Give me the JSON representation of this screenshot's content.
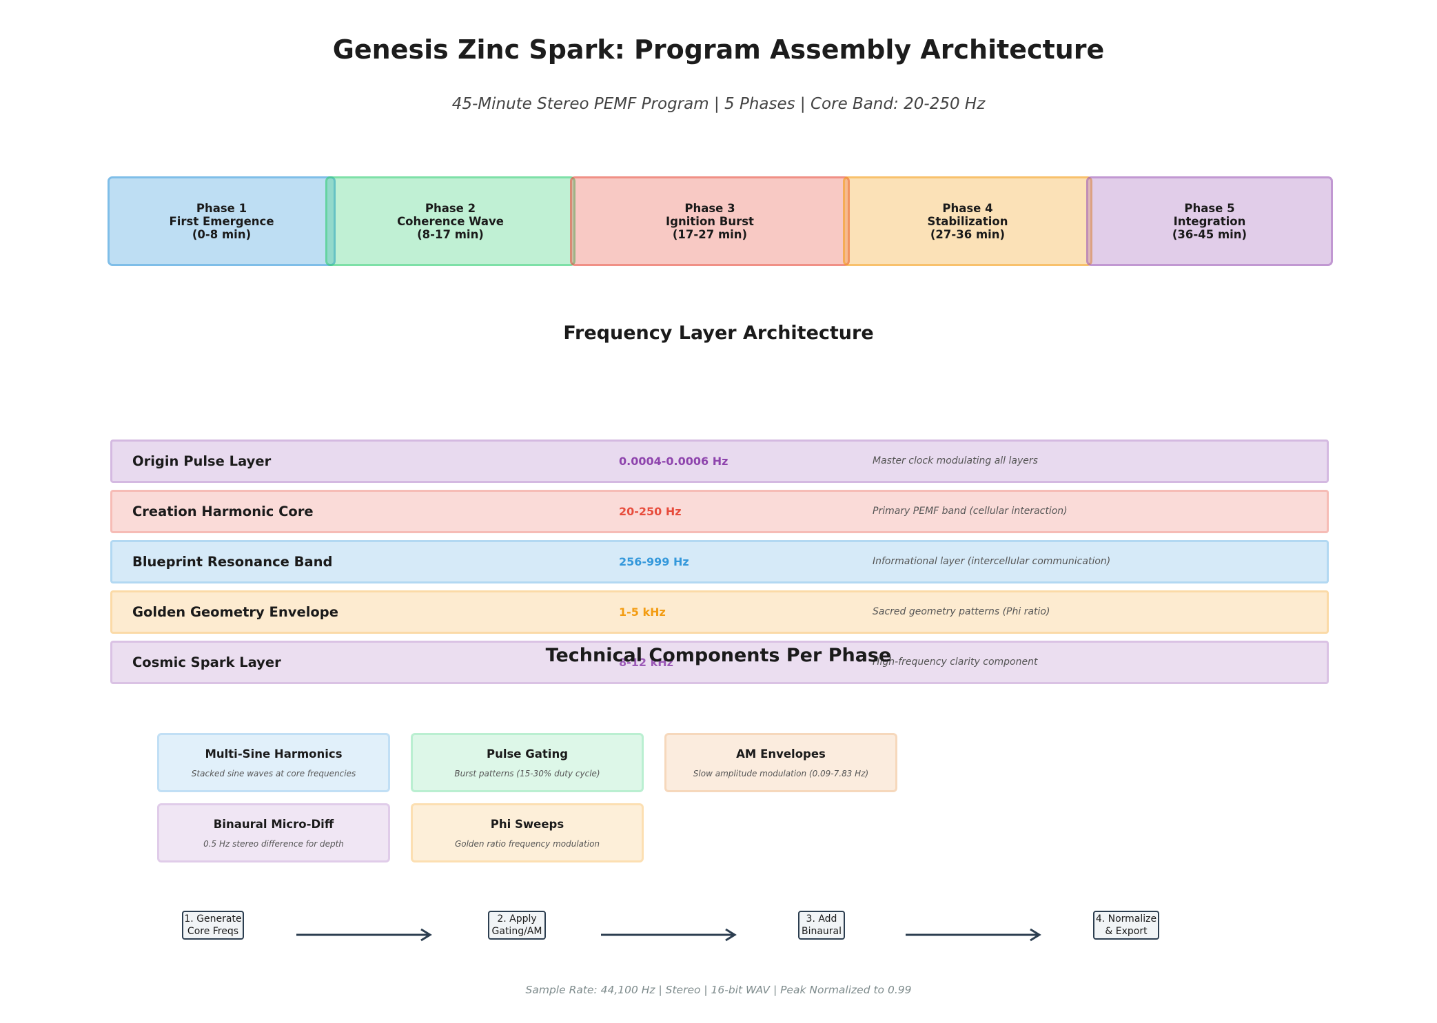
{
  "title": "Genesis Zinc Spark: Program Assembly Architecture",
  "subtitle": "45-Minute Stereo PEMF Program | 5 Phases | Core Band: 20-250 Hz",
  "colors": {
    "phase1": "#3498db",
    "phase2": "#2ecc71",
    "phase3": "#e74c3c",
    "phase4": "#f39c12",
    "phase5": "#9b59b6",
    "text_dark": "#1a1a1a",
    "step_border": "#2c3e50"
  },
  "phases": [
    {
      "label": "Phase 1\nFirst Emergence\n(0-8 min)"
    },
    {
      "label": "Phase 2\nCoherence Wave\n(8-17 min)"
    },
    {
      "label": "Phase 3\nIgnition Burst\n(17-27 min)"
    },
    {
      "label": "Phase 4\nStabilization\n(27-36 min)"
    },
    {
      "label": "Phase 5\nIntegration\n(36-45 min)"
    }
  ],
  "frequency_section": {
    "heading": "Frequency Layer Architecture",
    "layers": [
      {
        "name": "Origin Pulse Layer",
        "freq": "0.0004-0.0006 Hz",
        "desc": "Master clock modulating all layers",
        "color": "#8e44ad"
      },
      {
        "name": "Creation Harmonic Core",
        "freq": "20-250 Hz",
        "desc": "Primary PEMF band (cellular interaction)",
        "color": "#e74c3c"
      },
      {
        "name": "Blueprint Resonance Band",
        "freq": "256-999 Hz",
        "desc": "Informational layer (intercellular communication)",
        "color": "#3498db"
      },
      {
        "name": "Golden Geometry Envelope",
        "freq": "1-5 kHz",
        "desc": "Sacred geometry patterns (Phi ratio)",
        "color": "#f39c12"
      },
      {
        "name": "Cosmic Spark Layer",
        "freq": "8-12 kHz",
        "desc": "High-frequency clarity component",
        "color": "#9b59b6"
      }
    ]
  },
  "components_section": {
    "heading": "Technical Components Per Phase",
    "components": [
      {
        "name": "Multi-Sine Harmonics",
        "desc": "Stacked sine waves at core frequencies"
      },
      {
        "name": "Pulse Gating",
        "desc": "Burst patterns (15-30% duty cycle)"
      },
      {
        "name": "AM Envelopes",
        "desc": "Slow amplitude modulation (0.09-7.83 Hz)"
      },
      {
        "name": "Binaural Micro-Diff",
        "desc": "0.5 Hz stereo difference for depth"
      },
      {
        "name": "Phi Sweeps",
        "desc": "Golden ratio frequency modulation"
      }
    ]
  },
  "pipeline_steps": [
    {
      "label": "1. Generate\nCore Freqs"
    },
    {
      "label": "2. Apply\nGating/AM"
    },
    {
      "label": "3. Add\nBinaural"
    },
    {
      "label": "4. Normalize\n& Export"
    }
  ],
  "footer": "Sample Rate: 44,100 Hz | Stereo | 16-bit WAV | Peak Normalized to 0.99"
}
